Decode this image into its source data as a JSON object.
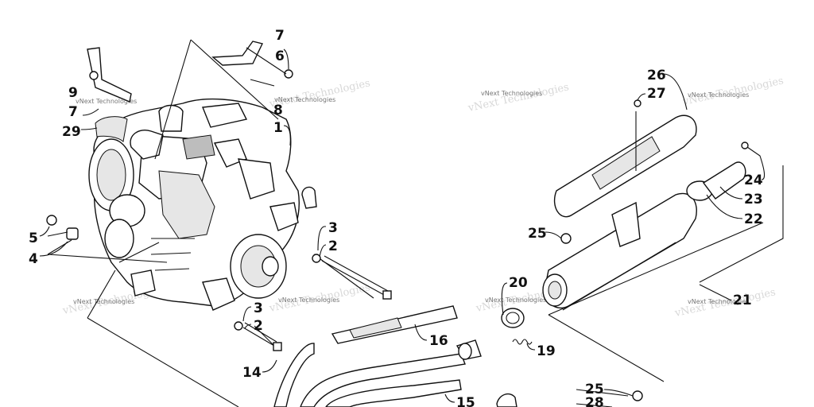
{
  "diagram": {
    "callouts": [
      {
        "id": "c7a",
        "text": "7"
      },
      {
        "id": "c6",
        "text": "6"
      },
      {
        "id": "c9",
        "text": "9"
      },
      {
        "id": "c7b",
        "text": "7"
      },
      {
        "id": "c8",
        "text": "8"
      },
      {
        "id": "c1",
        "text": "1"
      },
      {
        "id": "c29",
        "text": "29"
      },
      {
        "id": "c5",
        "text": "5"
      },
      {
        "id": "c4",
        "text": "4"
      },
      {
        "id": "c3a",
        "text": "3"
      },
      {
        "id": "c2a",
        "text": "2"
      },
      {
        "id": "c3b",
        "text": "3"
      },
      {
        "id": "c2b",
        "text": "2"
      },
      {
        "id": "c14",
        "text": "14"
      },
      {
        "id": "c16",
        "text": "16"
      },
      {
        "id": "c15",
        "text": "15"
      },
      {
        "id": "c20",
        "text": "20"
      },
      {
        "id": "c19",
        "text": "19"
      },
      {
        "id": "c26",
        "text": "26"
      },
      {
        "id": "c27",
        "text": "27"
      },
      {
        "id": "c24",
        "text": "24"
      },
      {
        "id": "c23",
        "text": "23"
      },
      {
        "id": "c22",
        "text": "22"
      },
      {
        "id": "c25a",
        "text": "25"
      },
      {
        "id": "c21",
        "text": "21"
      },
      {
        "id": "c25b",
        "text": "25"
      },
      {
        "id": "c28",
        "text": "28"
      }
    ],
    "watermark": "vNext Technologies"
  }
}
